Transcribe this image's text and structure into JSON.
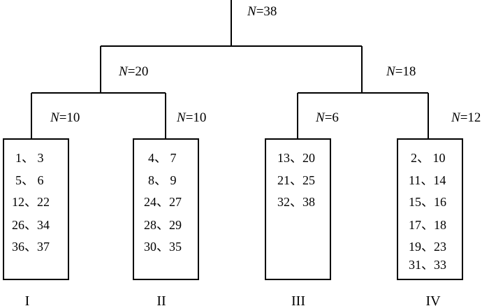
{
  "tree": {
    "root": {
      "n_var": "N",
      "n_eq": "=38"
    },
    "branches": [
      {
        "n_var": "N",
        "n_eq": "=20"
      },
      {
        "n_var": "N",
        "n_eq": "=18"
      }
    ],
    "groups": [
      {
        "n_var": "N",
        "n_eq": "=10",
        "roman": "I",
        "items": [
          "1、 3",
          "5、 6",
          "12、22",
          "26、34",
          "36、37"
        ]
      },
      {
        "n_var": "N",
        "n_eq": "=10",
        "roman": "II",
        "items": [
          "4、 7",
          "8、 9",
          "24、27",
          "28、29",
          "30、35"
        ]
      },
      {
        "n_var": "N",
        "n_eq": "=6",
        "roman": "III",
        "items": [
          "13、20",
          "21、25",
          "32、38"
        ]
      },
      {
        "n_var": "N",
        "n_eq": "=12",
        "roman": "IV",
        "items": [
          "2、 10",
          "11、14",
          "15、16",
          "17、18",
          "19、23",
          "31、33"
        ]
      }
    ]
  }
}
